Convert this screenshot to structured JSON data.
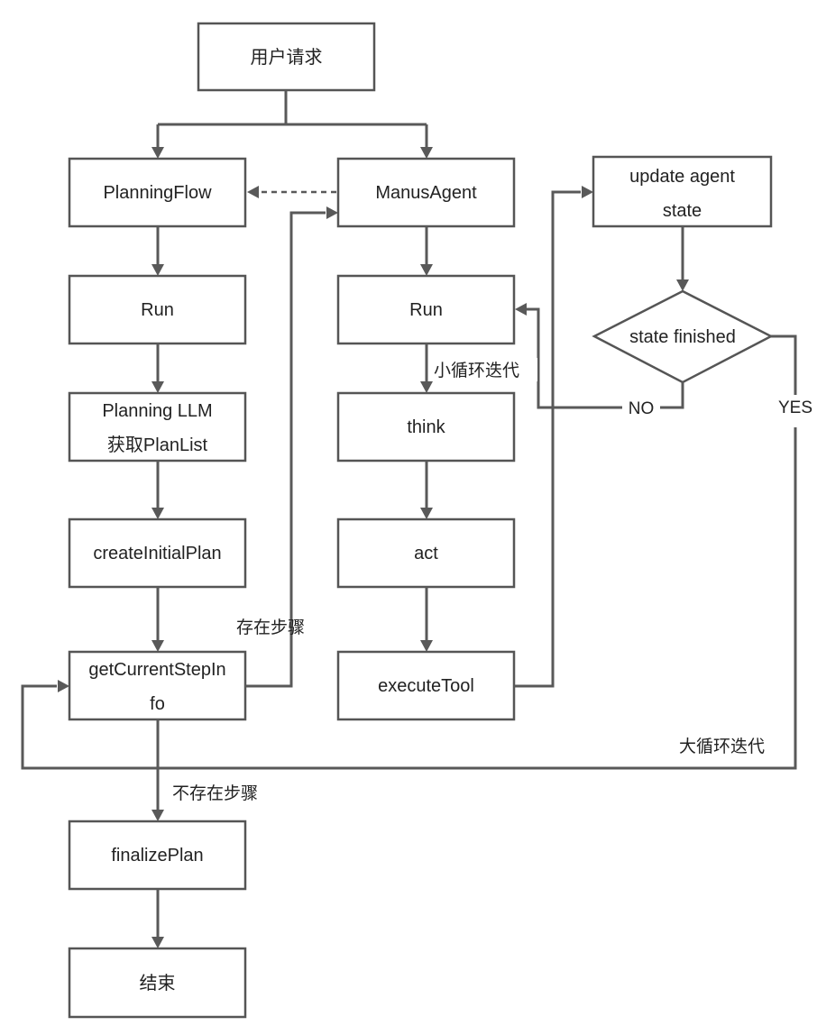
{
  "nodes": {
    "user_request": "用户请求",
    "planning_flow": "PlanningFlow",
    "manus_agent": "ManusAgent",
    "update_state": [
      "update agent",
      "state"
    ],
    "pf_run": "Run",
    "ma_run": "Run",
    "planning_llm": [
      "Planning LLM",
      "获取PlanList"
    ],
    "think": "think",
    "state_finished": "state finished",
    "create_initial_plan": "createInitialPlan",
    "act": "act",
    "get_current_step": [
      "getCurrentStepIn",
      "fo"
    ],
    "execute_tool": "executeTool",
    "finalize_plan": "finalizePlan",
    "end": "结束"
  },
  "edge_labels": {
    "small_loop": "小循环迭代",
    "no": "NO",
    "yes": "YES",
    "has_step": "存在步骤",
    "big_loop": "大循环迭代",
    "no_step": "不存在步骤"
  },
  "colors": {
    "stroke": "#555555",
    "line": "#595959",
    "text": "#222222"
  }
}
